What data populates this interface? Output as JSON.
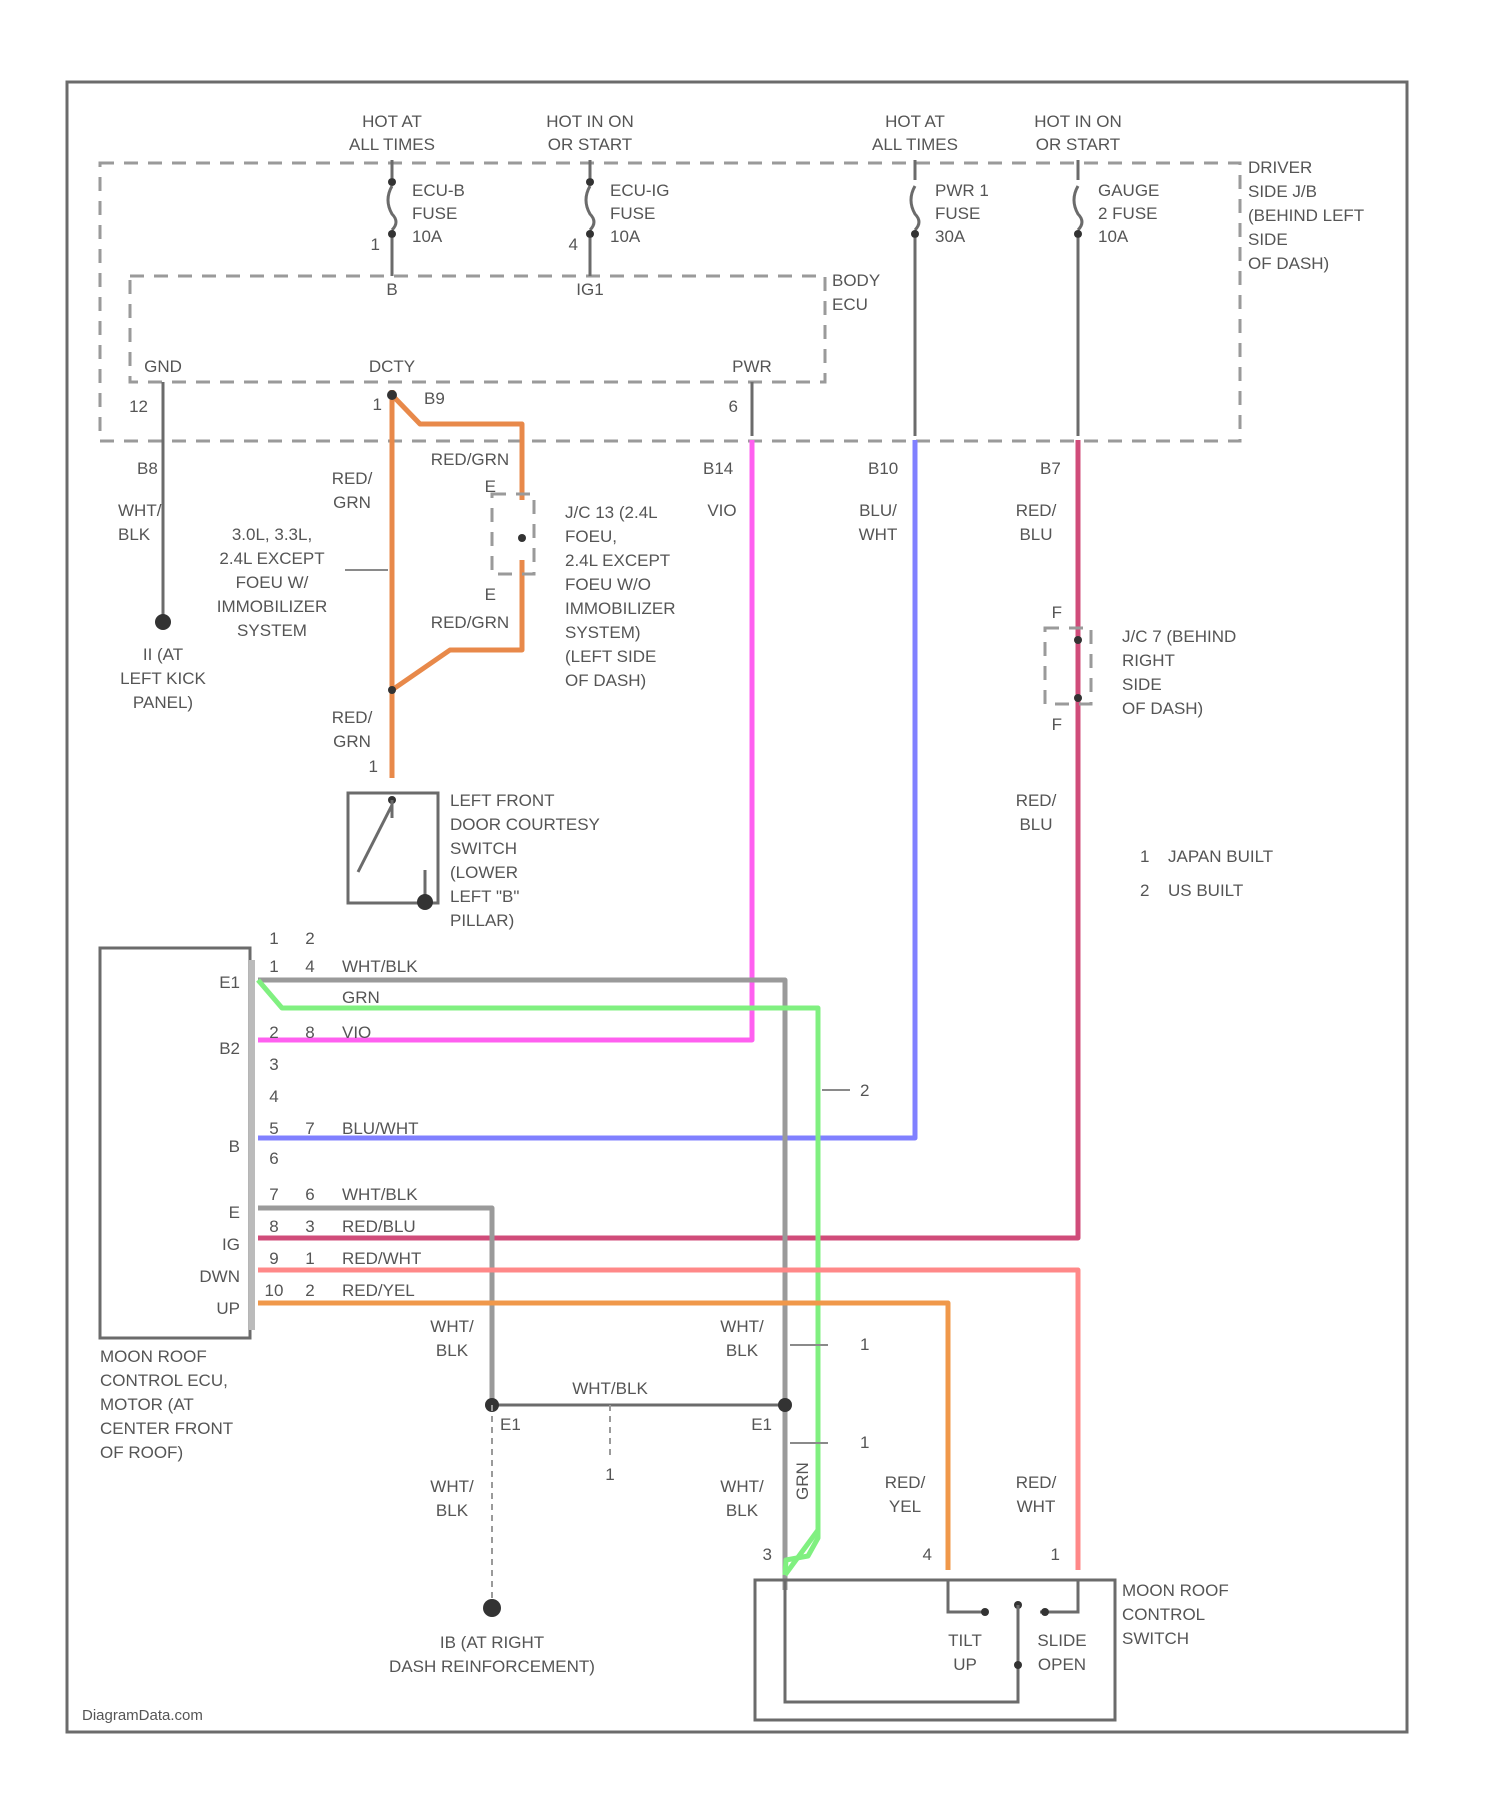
{
  "power": {
    "hot1": [
      "HOT AT",
      "ALL TIMES"
    ],
    "hot2": [
      "HOT IN ON",
      "OR START"
    ],
    "hot3": [
      "HOT AT",
      "ALL TIMES"
    ],
    "hot4": [
      "HOT IN ON",
      "OR START"
    ]
  },
  "fuses": {
    "f1": [
      "ECU-B",
      "FUSE",
      "10A"
    ],
    "f2": [
      "ECU-IG",
      "FUSE",
      "10A"
    ],
    "f3": [
      "PWR 1",
      "FUSE",
      "30A"
    ],
    "f4": [
      "GAUGE",
      "2 FUSE",
      "10A"
    ]
  },
  "fuse_pins": {
    "f1_in": "1",
    "f1_num": "B",
    "f2_in": "4",
    "f2_num": "IG1"
  },
  "jb_label": [
    "DRIVER",
    "SIDE J/B",
    "(BEHIND LEFT",
    "SIDE",
    "OF DASH)"
  ],
  "body_ecu": {
    "label": [
      "BODY",
      "ECU"
    ],
    "gnd": "GND",
    "dcty": "DCTY",
    "pwr": "PWR",
    "gnd_pin": "12",
    "dcty_pin": "1",
    "pwr_pin": "6",
    "dcty_conn": "B9"
  },
  "connectors": {
    "b8": "B8",
    "b10": "B10",
    "b14": "B14",
    "b7": "B7"
  },
  "wire_labels": {
    "wht_blk1": [
      "WHT/",
      "BLK"
    ],
    "red_grn1": [
      "RED/",
      "GRN"
    ],
    "red_grn_top": "RED/GRN",
    "red_grn_bot": "RED/GRN",
    "red_grn2": [
      "RED/",
      "GRN"
    ],
    "vio": "VIO",
    "blu_wht": [
      "BLU/",
      "WHT"
    ],
    "red_blu1": [
      "RED/",
      "BLU"
    ],
    "red_blu2": [
      "RED/",
      "BLU"
    ]
  },
  "variant_note": [
    "3.0L, 3.3L,",
    "2.4L EXCEPT",
    "FOEU W/",
    "IMMOBILIZER",
    "SYSTEM"
  ],
  "jc13": {
    "pin_top": "E",
    "pin_bot": "E",
    "label": [
      "J/C 13 (2.4L",
      "FOEU,",
      "2.4L EXCEPT",
      "FOEU W/O",
      "IMMOBILIZER",
      "SYSTEM)",
      "(LEFT SIDE",
      "OF DASH)"
    ]
  },
  "jc7": {
    "pin_top": "F",
    "pin_bot": "F",
    "label": [
      "J/C 7 (BEHIND",
      "RIGHT",
      "SIDE",
      "OF DASH)"
    ]
  },
  "ground_ii": [
    "II (AT",
    "LEFT KICK",
    "PANEL)"
  ],
  "ground_ib": [
    "IB (AT RIGHT",
    "DASH REINFORCEMENT)"
  ],
  "door_switch": {
    "pin": "1",
    "label": [
      "LEFT FRONT",
      "DOOR COURTESY",
      "SWITCH",
      "(LOWER",
      "LEFT \"B\"",
      "PILLAR)"
    ]
  },
  "legend": [
    {
      "num": "1",
      "text": "JAPAN BUILT"
    },
    {
      "num": "2",
      "text": "US BUILT"
    }
  ],
  "ecu": {
    "col_head": [
      "1",
      "2"
    ],
    "pins": [
      {
        "name": "E1",
        "a": "1",
        "b": "4",
        "color": "WHT/BLK"
      },
      {
        "name": "",
        "a": "",
        "b": "",
        "color": "GRN"
      },
      {
        "name": "B2",
        "a": "2",
        "b": "8",
        "color": "VIO"
      },
      {
        "name": "",
        "a": "3",
        "b": "",
        "color": ""
      },
      {
        "name": "",
        "a": "4",
        "b": "",
        "color": ""
      },
      {
        "name": "B",
        "a": "5",
        "b": "7",
        "color": "BLU/WHT"
      },
      {
        "name": "",
        "a": "6",
        "b": "",
        "color": ""
      },
      {
        "name": "E",
        "a": "7",
        "b": "6",
        "color": "WHT/BLK"
      },
      {
        "name": "IG",
        "a": "8",
        "b": "3",
        "color": "RED/BLU"
      },
      {
        "name": "DWN",
        "a": "9",
        "b": "1",
        "color": "RED/WHT"
      },
      {
        "name": "UP",
        "a": "10",
        "b": "2",
        "color": "RED/YEL"
      }
    ],
    "label": [
      "MOON ROOF",
      "CONTROL ECU,",
      "MOTOR (AT",
      "CENTER FRONT",
      "OF ROOF)"
    ]
  },
  "lower": {
    "wht_blk_a": [
      "WHT/",
      "BLK"
    ],
    "wht_blk_b": [
      "WHT/",
      "BLK"
    ],
    "wht_blk_c": [
      "WHT/",
      "BLK"
    ],
    "wht_blk_d": [
      "WHT/",
      "BLK"
    ],
    "wht_blk_h": "WHT/BLK",
    "grn_v": "GRN",
    "red_yel": [
      "RED/",
      "YEL"
    ],
    "red_wht": [
      "RED/",
      "WHT"
    ],
    "e1_left": "E1",
    "e1_right": "E1",
    "tag1": "1",
    "tag1b": "1",
    "tag1c": "1",
    "tag2": "2",
    "pin3": "3",
    "pin4": "4",
    "pin1": "1"
  },
  "switch": {
    "tilt": [
      "TILT",
      "UP"
    ],
    "slide": [
      "SLIDE",
      "OPEN"
    ],
    "label": [
      "MOON ROOF",
      "CONTROL",
      "SWITCH"
    ]
  },
  "watermark": "DiagramData.com",
  "colors": {
    "orange": "#e8894a",
    "pink": "#ff60f0",
    "blue": "#8080ff",
    "green": "#80f080",
    "redblu": "#d04c7a",
    "redwht": "#ff8888",
    "gray": "#777777"
  }
}
